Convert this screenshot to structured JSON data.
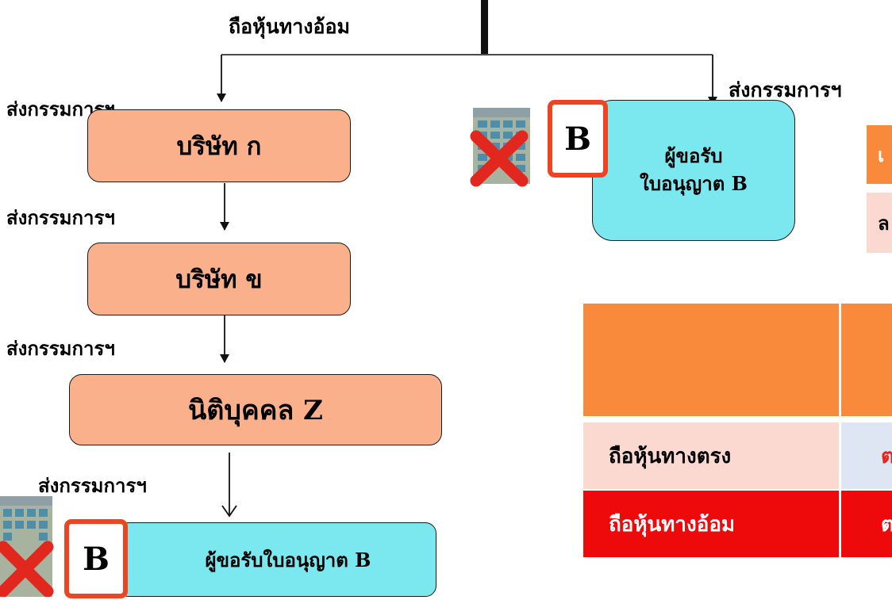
{
  "top_label": "ถือหุ้นทางอ้อม",
  "arrow_labels": {
    "right": "ส่งกรรมการฯ",
    "a": "ส่งกรรมการฯ",
    "b": "ส่งกรรมการฯ",
    "c": "ส่งกรรมการฯ",
    "d": "ส่งกรรมการฯ"
  },
  "boxes": {
    "company_a": "บริษัท ก",
    "company_b": "บริษัท ข",
    "entity_z": "นิติบุคคล Z",
    "applicant_bottom": "ผู้ขอรับใบอนุญาต B",
    "applicant_right_line1": "ผู้ขอรับ",
    "applicant_right_line2": "ใบอนุญาต B"
  },
  "b_marker": "B",
  "table": {
    "row_direct": "ถือหุ้นทางตรง",
    "row_indirect": "ถือหุ้นทางอ้อม",
    "direct_partial": "ต",
    "indirect_partial": "ต"
  },
  "small_table": {
    "cell_top_partial": "เ",
    "cell_bottom_partial": "ล"
  },
  "colors": {
    "orange_box": "#fab08a",
    "cyan_box": "#7be8f0",
    "table_header": "#f98a3c",
    "row_direct_bg": "#fbd8d0",
    "row_indirect_bg": "#ee0a0a",
    "marker_border": "#ee4422",
    "cross": "#e2281e"
  }
}
